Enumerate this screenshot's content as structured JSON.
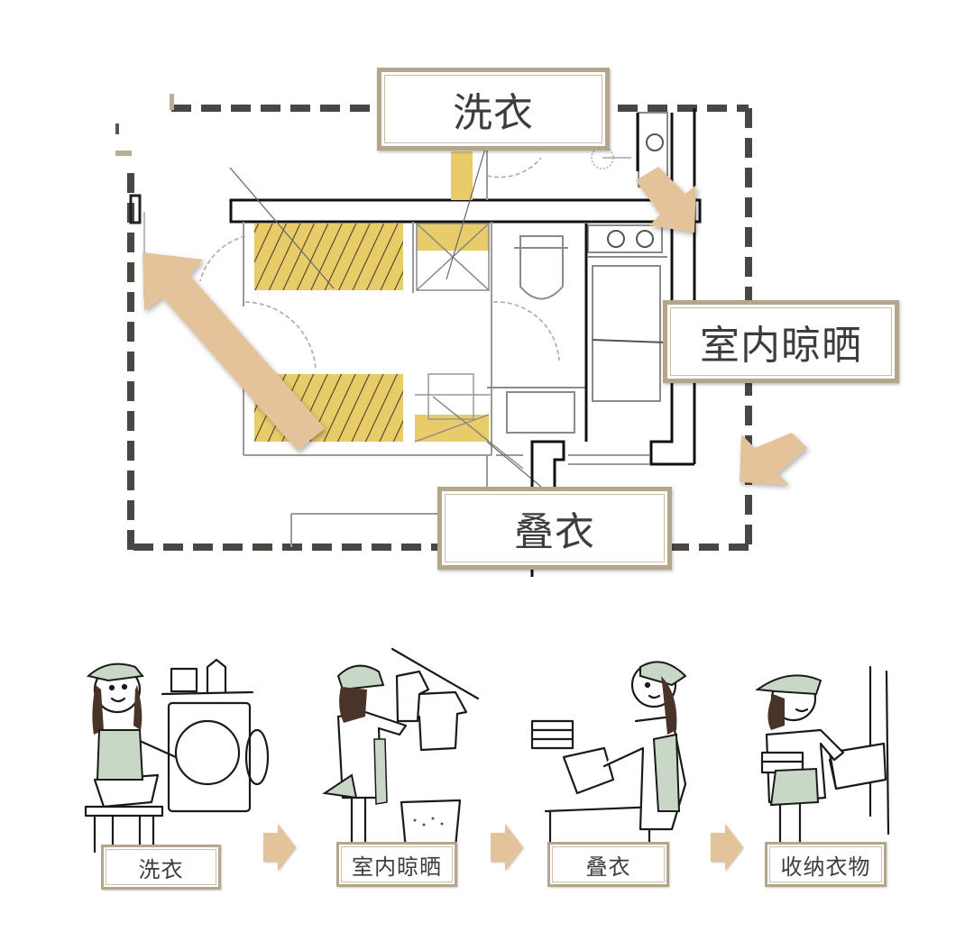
{
  "colors": {
    "arrow_fill": "#e4c39a",
    "label_border": "#b5a58b",
    "cabinet_yellow": "#e8cc6a",
    "dashed_border": "#4a4644",
    "apron_green": "#c9d8c6",
    "hair_brown": "#4a3328"
  },
  "floorplan": {
    "labels": {
      "wash": "洗衣",
      "indoor_dry": "室内晾晒",
      "fold": "叠衣"
    }
  },
  "steps": [
    {
      "label": "洗衣",
      "scene": "woman-washing-at-machine"
    },
    {
      "label": "室内晾晒",
      "scene": "woman-hanging-clothes"
    },
    {
      "label": "叠衣",
      "scene": "woman-folding-clothes"
    },
    {
      "label": "收纳衣物",
      "scene": "woman-storing-clothes-in-drawer"
    }
  ]
}
